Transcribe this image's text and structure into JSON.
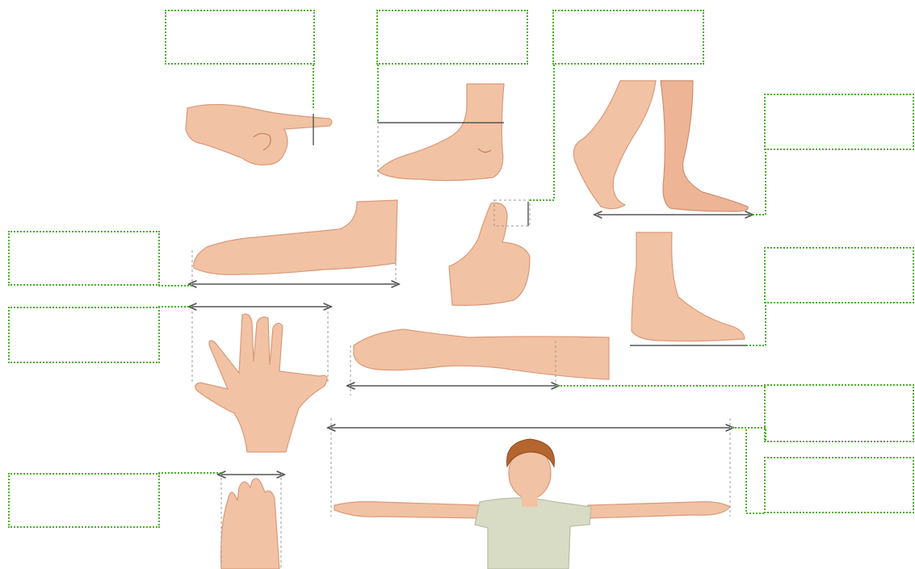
{
  "diagram": {
    "answer_boxes": [
      {
        "id": "box-fingerwidth",
        "value": ""
      },
      {
        "id": "box-foot-length",
        "value": ""
      },
      {
        "id": "box-thumb-width",
        "value": ""
      },
      {
        "id": "box-pace",
        "value": ""
      },
      {
        "id": "box-cubit",
        "value": ""
      },
      {
        "id": "box-span",
        "value": ""
      },
      {
        "id": "box-foot-side",
        "value": ""
      },
      {
        "id": "box-palm",
        "value": ""
      },
      {
        "id": "box-forearm",
        "value": ""
      },
      {
        "id": "box-armspan",
        "value": ""
      },
      {
        "id": "box-hand-width",
        "value": ""
      }
    ],
    "colors": {
      "box_border": "#4caf2a",
      "measure_line": "#555555",
      "skin": "#f2c2a4",
      "shirt": "#d9dcc4",
      "hair": "#b5652e"
    }
  }
}
